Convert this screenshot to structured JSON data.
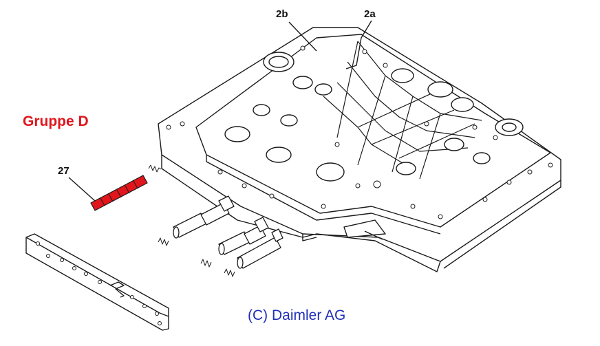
{
  "group_label": "Gruppe D",
  "callouts": {
    "c2b": "2b",
    "c2a": "2a",
    "c27": "27"
  },
  "copyright": "(C) Daimler AG",
  "colors": {
    "highlight": "#e0161c",
    "group_label": "#e0161c",
    "copyright": "#1f2fb8",
    "line": "#1a1a1a",
    "fill": "#ffffff"
  }
}
